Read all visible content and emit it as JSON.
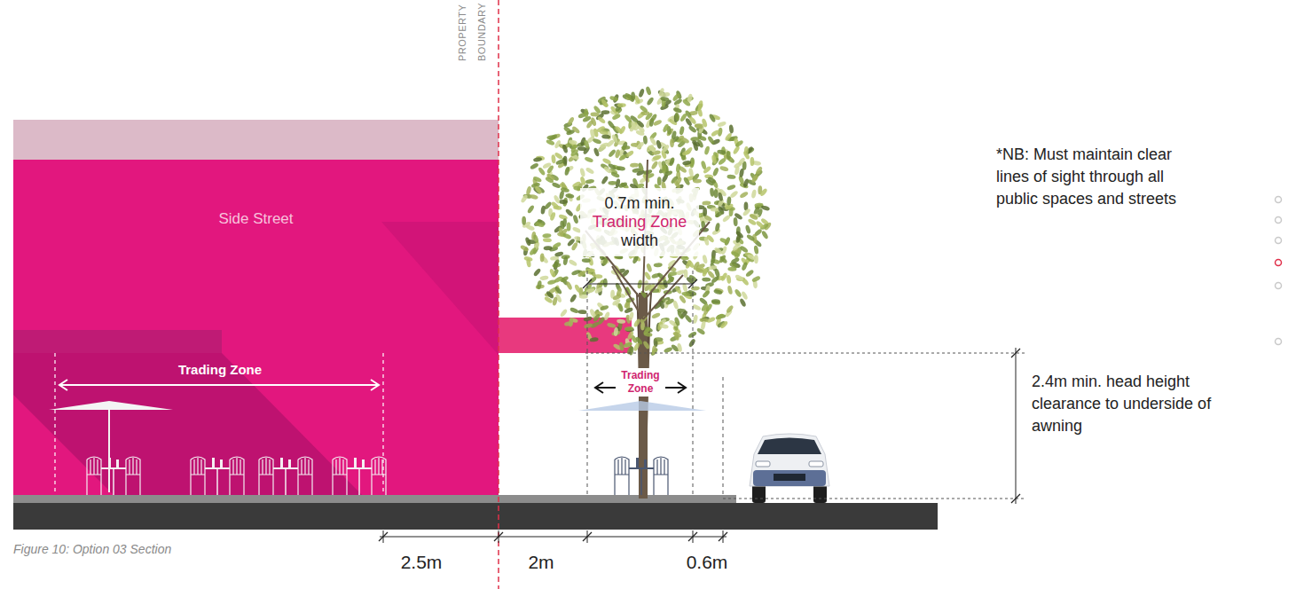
{
  "diagram": {
    "caption": "Figure 10: Option 03 Section",
    "nodes": [
      {
        "text": [
          "Side Street"
        ]
      },
      {
        "text": [
          "0.7m min.",
          "Trading Zone",
          "width"
        ]
      }
    ],
    "labels": [
      "PROPERTY BOUNDARY",
      "Trading Zone",
      "Trading Zone",
      "*NB: Must maintain clear lines of sight through all public spaces and streets",
      "2.4m min. head height clearance to underside of awning",
      "2.5m",
      "2m",
      "0.6m"
    ]
  }
}
